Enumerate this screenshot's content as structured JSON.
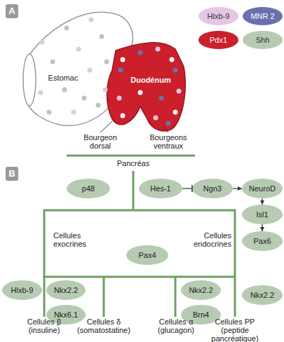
{
  "diagram": {
    "nodes": [
      {
        "text": [
          "p48"
        ]
      },
      {
        "text": [
          "Hes-1"
        ]
      },
      {
        "text": [
          "Ngn3"
        ]
      },
      {
        "text": [
          "NeuroD"
        ]
      },
      {
        "text": [
          "Isl1"
        ]
      },
      {
        "text": [
          "Pax6"
        ]
      },
      {
        "text": [
          "Pax4"
        ]
      },
      {
        "text": [
          "Hlxb-9"
        ]
      },
      {
        "text": [
          "Nkx2.2"
        ]
      },
      {
        "text": [
          "Nkx6.1"
        ]
      },
      {
        "text": [
          "Nkx2.2"
        ]
      },
      {
        "text": [
          "Brn4"
        ]
      },
      {
        "text": [
          "Nkx2.2"
        ]
      }
    ],
    "edges": [
      {
        "from": 1,
        "to": 2,
        "arrow": "to"
      },
      {
        "from": 2,
        "to": 3,
        "arrow": "to"
      },
      {
        "from": 3,
        "to": 4,
        "arrow": "to"
      },
      {
        "from": 4,
        "to": 5,
        "arrow": "to"
      }
    ],
    "labels": [
      "A",
      "Estomac",
      "Duodénum",
      "Bourgeon dorsal",
      "Bourgeons ventraux",
      "B",
      "Pancréas",
      "Cellules exocrines",
      "Cellules endocrines",
      "Cellules β (insuline)",
      "Cellules δ (somatostatine)",
      "Cellules α (glucagon)",
      "Cellules PP (peptide pancréatique)"
    ],
    "legend": [
      {
        "text": "Hlxb-9",
        "color": "#e6c6e4"
      },
      {
        "text": "MNR 2",
        "color": "#6a70b0"
      },
      {
        "text": "Pdx1",
        "color": "#cc1f2c"
      },
      {
        "text": "Shh",
        "color": "#b7cbb3"
      }
    ]
  }
}
